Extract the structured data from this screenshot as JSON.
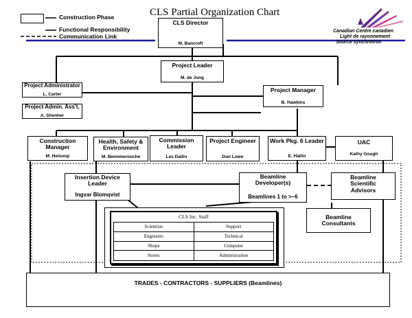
{
  "title": "CLS Partial Organization Chart",
  "legend": {
    "construction_phase": "Construction Phase",
    "functional_responsibility": "Functional Responsibility",
    "communication_link": "Communication Link"
  },
  "logo": {
    "line1": "Canadian  Centre canadien",
    "line2": "Light  de rayonnement",
    "line3": "Source  synchrotron",
    "colors": [
      "#5b2a86",
      "#d13a8c",
      "#e06aa8"
    ]
  },
  "nodes": {
    "director": {
      "title": "CLS Director",
      "name": "M. Bancroft"
    },
    "project_leader": {
      "title": "Project Leader",
      "name": "M. de Jong"
    },
    "project_admin": {
      "title": "Project Administrator",
      "name": "L. Carter"
    },
    "admin_asst": {
      "title": "Project Admin. Ass't.",
      "name": "A. Shenher"
    },
    "project_manager": {
      "title": "Project Manager",
      "name": "B. Hawkins"
    },
    "construction_manager": {
      "title": "Construction Manager",
      "name": "M. Heisoop"
    },
    "hse": {
      "title": "Health, Safety & Environment",
      "name": "M. Bennmerouche"
    },
    "commission_leader": {
      "title": "Commission Leader",
      "name": "Les Dallin"
    },
    "project_engineer": {
      "title": "Project Engineer",
      "name": "Dan Lowe"
    },
    "work_pkg_leader": {
      "title": "Work Pkg. 6 Leader",
      "name": "E. Hallin"
    },
    "uac": {
      "title": "UAC",
      "name": "Kathy Gough"
    },
    "insertion_device": {
      "title": "Insertion Device Leader",
      "name": "Ingvar Blomqvist"
    },
    "beamline_developers": {
      "title": "Beamline Developer(s)",
      "name": "Beamlines 1 to >~6"
    },
    "beamline_advisors": {
      "title": "Beamline Scientific Advisors"
    },
    "beamline_consultants": {
      "title": "Beamline Consultants"
    },
    "trades": {
      "title": "TRADES - CONTRACTORS - SUPPLIERS (Beamlines)"
    }
  },
  "staff_table": {
    "title": "CLS Inc. Staff",
    "rows": [
      [
        "Scientists",
        "Support"
      ],
      [
        "Engineers",
        "Technical"
      ],
      [
        "Shops",
        "Computer"
      ],
      [
        "Stores",
        "Administration"
      ]
    ]
  },
  "colors": {
    "construction_line": "#1a1aa0"
  }
}
